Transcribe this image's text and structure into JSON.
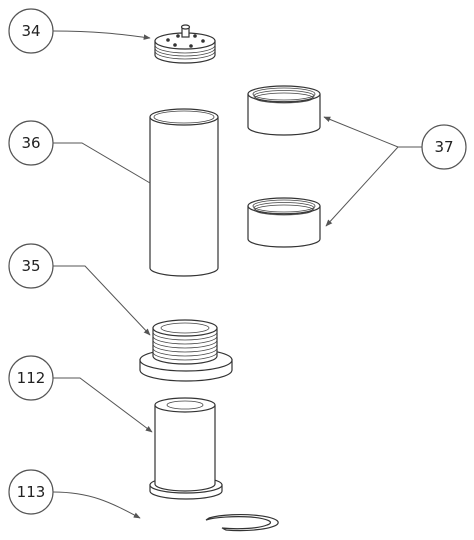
{
  "callouts": {
    "c34": "34",
    "c36": "36",
    "c37": "37",
    "c35": "35",
    "c112": "112",
    "c113": "113"
  },
  "colors": {
    "line": "#333333",
    "background": "#ffffff"
  }
}
